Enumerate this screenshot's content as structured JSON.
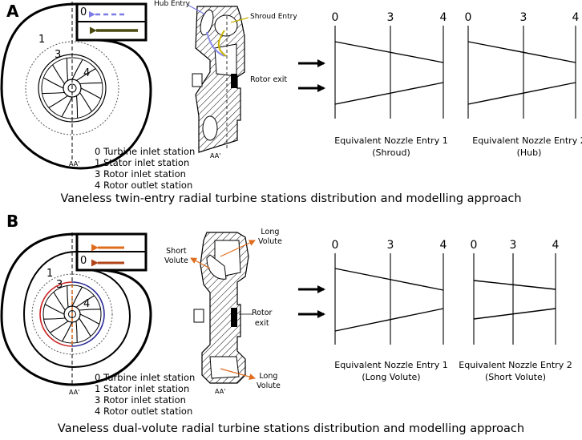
{
  "panel_a": {
    "letter": "A",
    "inlet_label": "0",
    "volute_label": "1",
    "rotor_inlet_label": "3",
    "rotor_outlet_label": "4",
    "axis_label": "AA'",
    "legend": [
      "0 Turbine inlet station",
      "1 Stator inlet station",
      "3 Rotor inlet station",
      "4 Rotor outlet station"
    ],
    "section_labels": {
      "hub_entry": "Hub Entry",
      "shroud_entry": "Shroud Entry",
      "rotor_exit": "Rotor exit",
      "axis": "AA'"
    },
    "nozzle1": {
      "stations": [
        "0",
        "3",
        "4"
      ],
      "caption_line1": "Equivalent Nozzle Entry 1",
      "caption_line2": "(Shroud)"
    },
    "nozzle2": {
      "stations": [
        "0",
        "3",
        "4"
      ],
      "caption_line1": "Equivalent Nozzle Entry 2",
      "caption_line2": "(Hub)"
    },
    "caption": "Vaneless twin-entry radial turbine stations distribution and modelling approach"
  },
  "panel_b": {
    "letter": "B",
    "inlet_label": "0",
    "volute_label": "1",
    "rotor_inlet_label": "3",
    "rotor_outlet_label": "4",
    "axis_label": "AA'",
    "legend": [
      "0 Turbine inlet station",
      "1 Stator inlet station",
      "3 Rotor inlet station",
      "4 Rotor outlet station"
    ],
    "section_labels": {
      "short_volute_line1": "Short",
      "short_volute_line2": "Volute",
      "long_volute_top_line1": "Long",
      "long_volute_top_line2": "Volute",
      "rotor_exit_line1": "Rotor",
      "rotor_exit_line2": "exit",
      "long_volute_bottom_line1": "Long",
      "long_volute_bottom_line2": "Volute",
      "axis": "AA'"
    },
    "nozzle1": {
      "stations": [
        "0",
        "3",
        "4"
      ],
      "caption_line1": "Equivalent Nozzle Entry 1",
      "caption_line2": "(Long Volute)"
    },
    "nozzle2": {
      "stations": [
        "0",
        "3",
        "4"
      ],
      "caption_line1": "Equivalent Nozzle Entry 2",
      "caption_line2": "(Short Volute)"
    },
    "caption": "Vaneless dual-volute radial turbine stations distribution and modelling approach"
  },
  "colors": {
    "ink": "#000000",
    "dashed_arrow_a": "#7b7be6",
    "olive_arrow_a": "#4a4a10",
    "orange_arrow": "#e06d1d",
    "brown_arrow": "#b0441a",
    "red_blade": "#cc2222",
    "blue_blade": "#2a2a9a",
    "hub_flow": "#8a8af0",
    "shroud_flow": "#c9b400"
  }
}
